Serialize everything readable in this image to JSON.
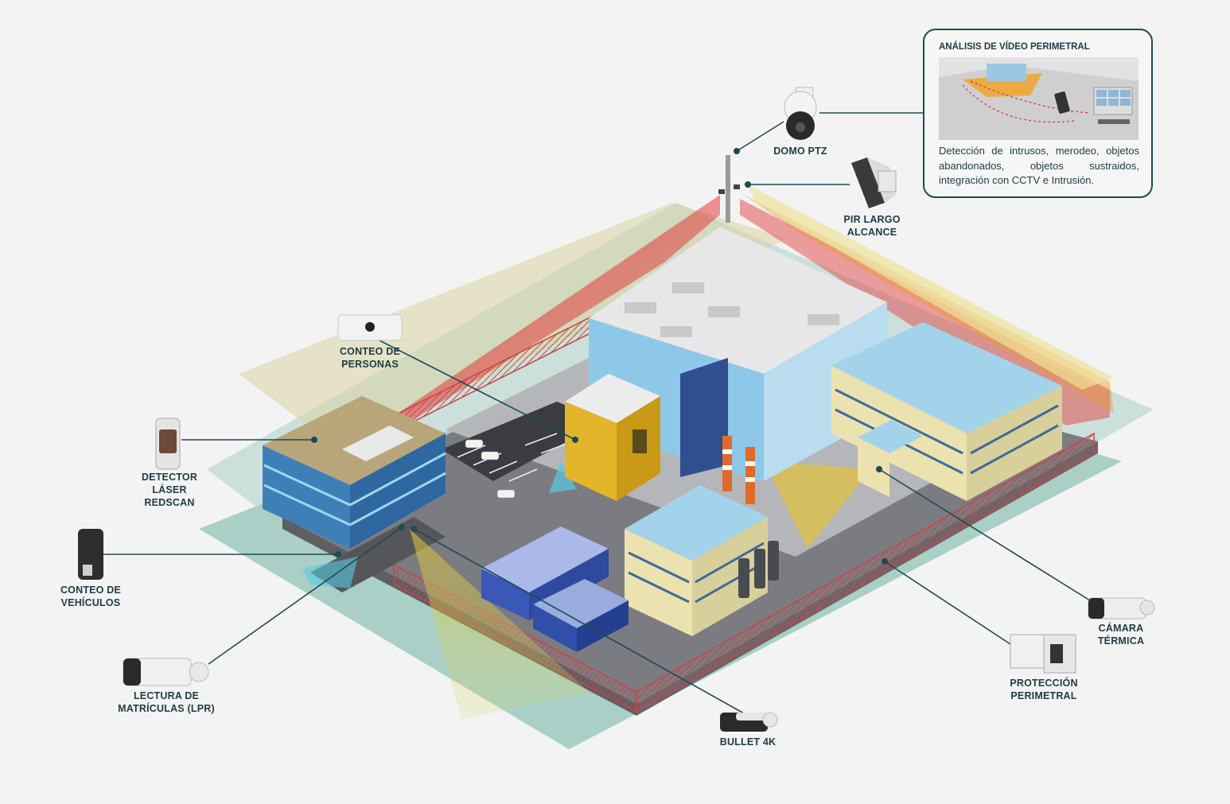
{
  "info_panel": {
    "title": "ANÁLISIS DE VÍDEO PERIMETRAL",
    "description": "Detección de intrusos, merodeo, objetos abandonados, objetos sustraidos, integración con CCTV e Intrusión."
  },
  "devices": {
    "domo_ptz": {
      "line1": "DOMO PTZ"
    },
    "pir_largo_alcance": {
      "line1": "PIR LARGO",
      "line2": "ALCANCE"
    },
    "conteo_personas": {
      "line1": "CONTEO DE",
      "line2": "PERSONAS"
    },
    "detector_laser": {
      "line1": "DETECTOR LÁSER",
      "line2": "REDSCAN"
    },
    "conteo_vehiculos": {
      "line1": "CONTEO DE",
      "line2": "VEHÍCULOS"
    },
    "lectura_matriculas": {
      "line1": "LECTURA DE",
      "line2": "MATRÍCULAS (LPR)"
    },
    "bullet_4k": {
      "line1": "BULLET 4K"
    },
    "camara_termica": {
      "line1": "CÁMARA",
      "line2": "TÉRMICA"
    },
    "proteccion_perimetral": {
      "line1": "PROTECCIÓN",
      "line2": "PERIMETRAL"
    }
  },
  "colors": {
    "leader_line": "#1f4a52",
    "ground_halo": "#a9cfc6",
    "ground": "#7a7b80",
    "fence": "#d04a4a",
    "coverage_yellow": "#e8d98a",
    "coverage_red": "#e23b3b",
    "building_blue": "#8ec8e8",
    "building_yellow": "#e3b52b"
  }
}
